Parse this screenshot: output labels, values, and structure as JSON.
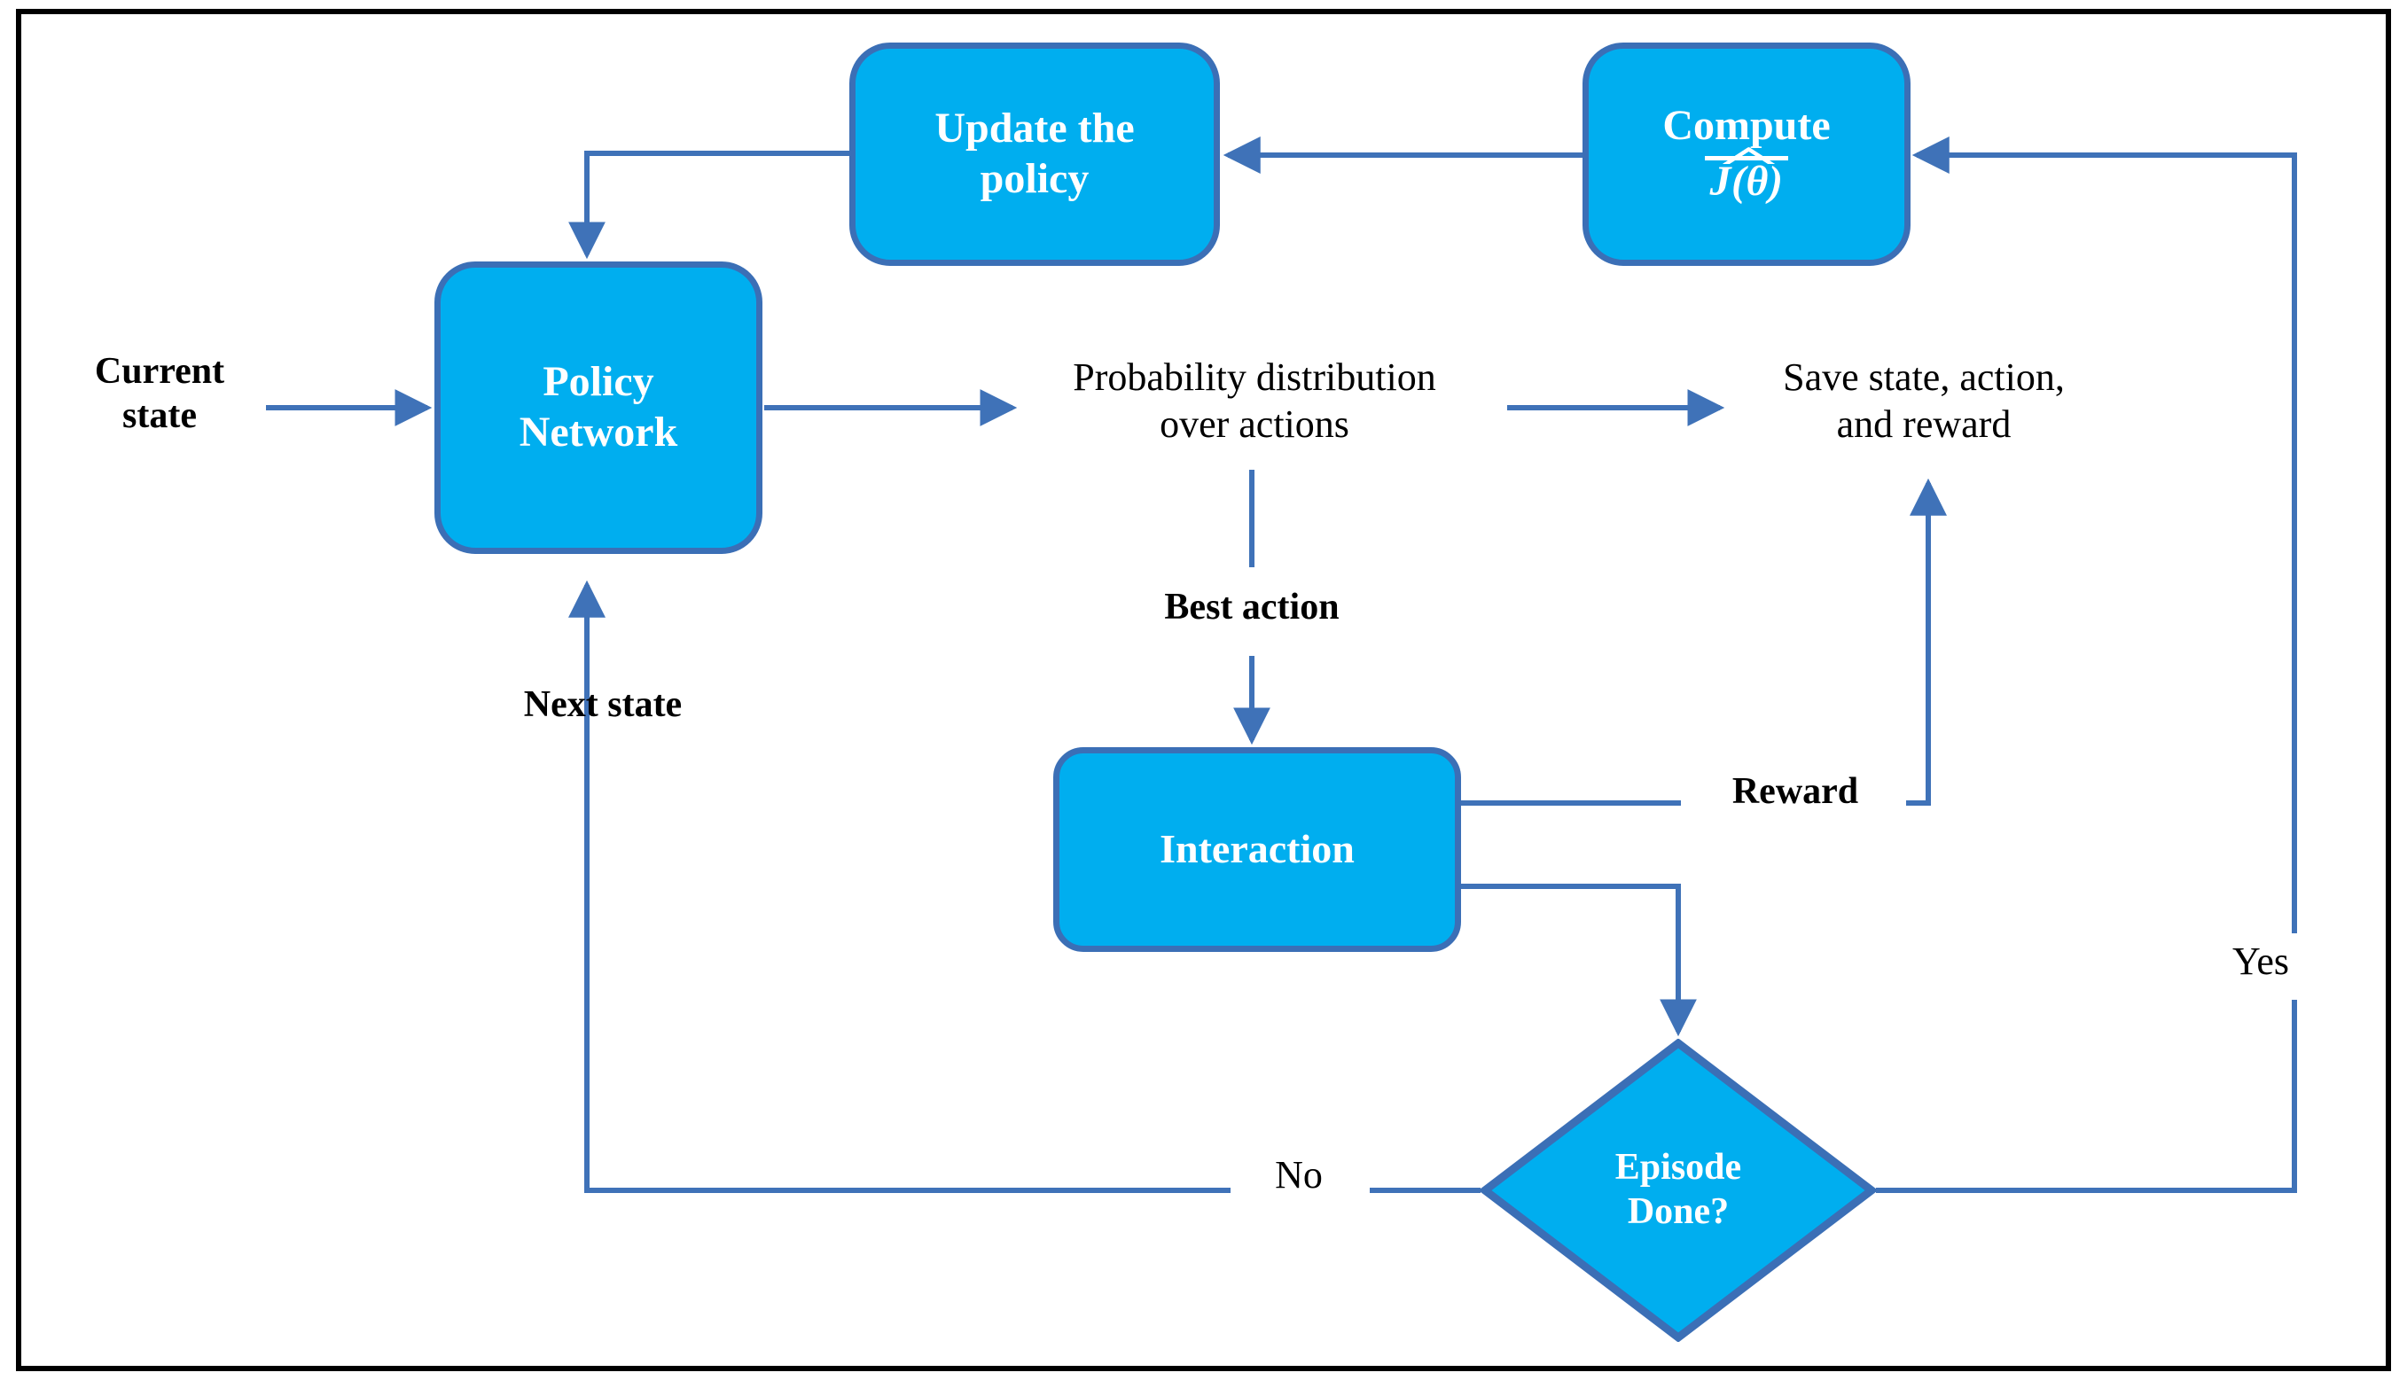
{
  "diagram": {
    "title": "Policy Gradient Reinforcement Learning Loop",
    "colors": {
      "node_fill": "#00AEEF",
      "node_stroke": "#3B6FB6",
      "connector": "#3F72B8",
      "frame": "#000000",
      "node_text": "#FFFFFF",
      "label_text": "#000000"
    },
    "frame": {
      "style": "solid black rectangle border"
    },
    "nodes": [
      {
        "id": "update-policy",
        "shape": "rounded-rectangle",
        "line1": "Update the",
        "line2": "policy"
      },
      {
        "id": "compute-j",
        "shape": "rounded-rectangle",
        "line1": "Compute",
        "formula": "J(θ)",
        "formula_note": "J hat of theta (with wide hat accent)"
      },
      {
        "id": "policy-network",
        "shape": "rounded-rectangle",
        "line1": "Policy",
        "line2": "Network"
      },
      {
        "id": "interaction",
        "shape": "rounded-rectangle",
        "line1": "Interaction"
      },
      {
        "id": "episode-done",
        "shape": "diamond",
        "line1": "Episode",
        "line2": "Done?"
      }
    ],
    "labels": [
      {
        "id": "current-state",
        "text": "Current\nstate",
        "bold": true
      },
      {
        "id": "probability-distribution",
        "text": "Probability distribution\nover actions",
        "bold": false
      },
      {
        "id": "save-state-action-reward",
        "text": "Save state, action,\nand reward",
        "bold": false
      },
      {
        "id": "best-action",
        "text": "Best action",
        "bold": true
      },
      {
        "id": "next-state",
        "text": "Next state",
        "bold": true
      },
      {
        "id": "reward",
        "text": "Reward",
        "bold": true
      },
      {
        "id": "yes",
        "text": "Yes",
        "bold": false
      },
      {
        "id": "no",
        "text": "No",
        "bold": false
      }
    ],
    "edges": [
      {
        "from": "current-state",
        "to": "policy-network",
        "label": ""
      },
      {
        "from": "policy-network",
        "to": "probability-distribution",
        "label": ""
      },
      {
        "from": "probability-distribution",
        "to": "save-state-action-reward",
        "label": ""
      },
      {
        "from": "probability-distribution",
        "to": "interaction",
        "label": "Best action"
      },
      {
        "from": "interaction",
        "to": "save-state-action-reward",
        "label": "Reward"
      },
      {
        "from": "interaction",
        "to": "episode-done",
        "label": ""
      },
      {
        "from": "episode-done",
        "to": "policy-network",
        "label": "No"
      },
      {
        "from": "episode-done",
        "to": "compute-j",
        "label": "Yes"
      },
      {
        "from": "compute-j",
        "to": "update-policy",
        "label": ""
      },
      {
        "from": "update-policy",
        "to": "policy-network",
        "label": ""
      }
    ]
  }
}
